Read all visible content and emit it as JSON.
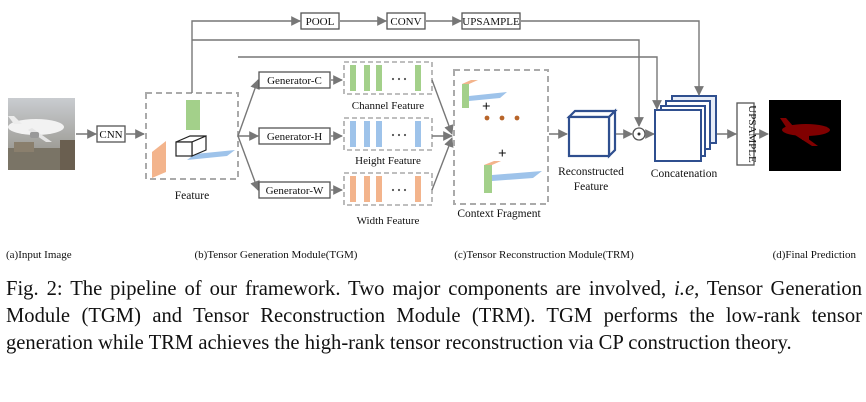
{
  "diagram": {
    "top_path": {
      "pool": "POOL",
      "conv": "CONV",
      "upsample": "UPSAMPLE"
    },
    "cnn": "CNN",
    "feature": "Feature",
    "generators": [
      "Generator-C",
      "Generator-H",
      "Generator-W"
    ],
    "slice_features": [
      "Channel Feature",
      "Height Feature",
      "Width Feature"
    ],
    "context_fragment": "Context Fragment",
    "reconstructed_feature": [
      "Reconstructed",
      "Feature"
    ],
    "concatenation": "Concatenation",
    "upsample_vertical": "UPSAMPLE",
    "plus_sign": "+",
    "sections": [
      "(a)Input Image",
      "(b)Tensor Generation Module(TGM)",
      "(c)Tensor Reconstruction Module(TRM)",
      "(d)Final Prediction"
    ],
    "colors": {
      "green": "#a3d08a",
      "blue": "#9ec3ea",
      "orange": "#f3b48c",
      "navy": "#2f4f8f",
      "dashed": "#aaaaaa",
      "arrow": "#777777",
      "dot": "#b8652a"
    }
  },
  "caption": {
    "label": "Fig. 2:",
    "part1": "The pipeline of our framework. Two major components are involved,",
    "ie": "i.e",
    "part2": ", Tensor Generation Module (TGM) and Tensor Reconstruction Module (TRM). TGM performs the low-rank tensor generation while TRM achieves the high-rank tensor reconstruction via CP construction theory."
  }
}
